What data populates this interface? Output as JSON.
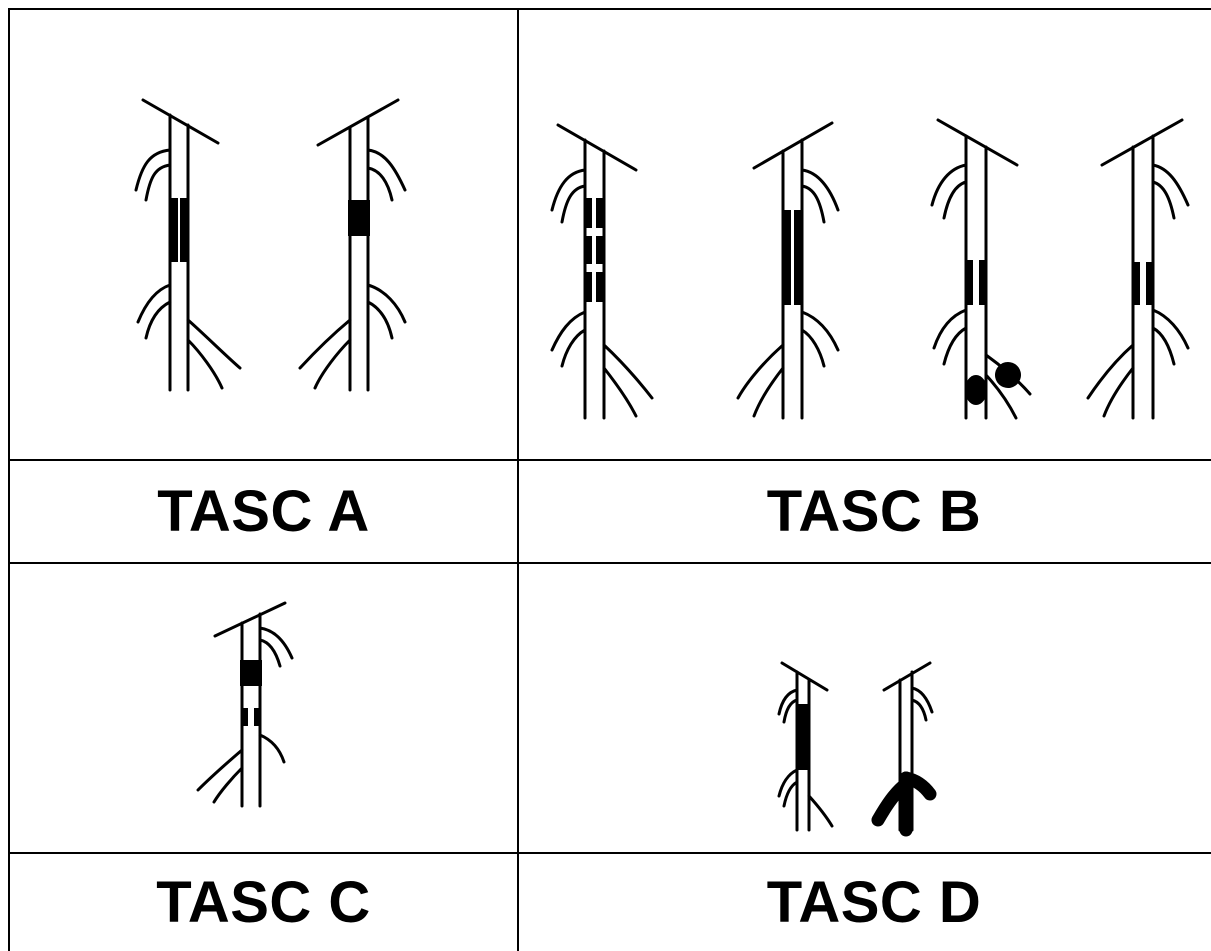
{
  "table": {
    "labels": {
      "a": "TASC A",
      "b": "TASC B",
      "c": "TASC C",
      "d": "TASC D"
    }
  }
}
